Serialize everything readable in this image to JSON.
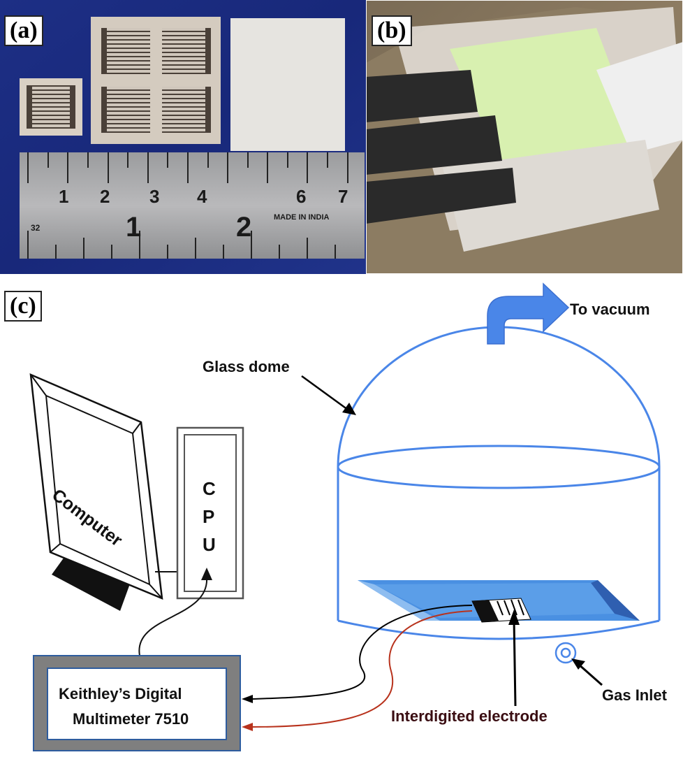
{
  "panels": {
    "a": "(a)",
    "b": "(b)",
    "c": "(c)"
  },
  "ruler": {
    "upper_numbers": [
      "1",
      "2",
      "3",
      "4",
      "6",
      "7"
    ],
    "lower_numbers": [
      "32",
      "1",
      "2"
    ],
    "imprint": "MADE IN INDIA"
  },
  "diagram": {
    "to_vacuum": "To vacuum",
    "glass_dome": "Glass dome",
    "computer": "Computer",
    "cpu_letters": [
      "C",
      "P",
      "U"
    ],
    "multimeter_line1": "Keithley’s Digital",
    "multimeter_line2": "Multimeter 7510",
    "gas_inlet": "Gas Inlet",
    "interdigited_electrode": "Interdigited electrode"
  },
  "colors": {
    "dome_outline": "#4a86e8",
    "arrow_fill": "#4a86e8",
    "substrate_top": "#4a90e2",
    "substrate_edge": "#2f5fb0",
    "wire_black": "#000000",
    "wire_red": "#b8321c",
    "multimeter_frame": "#7f7f7f",
    "multimeter_border": "#2e5c9e",
    "photo_a_background": "#1b2f7a",
    "photo_b_sample": "#d8f0b0"
  }
}
